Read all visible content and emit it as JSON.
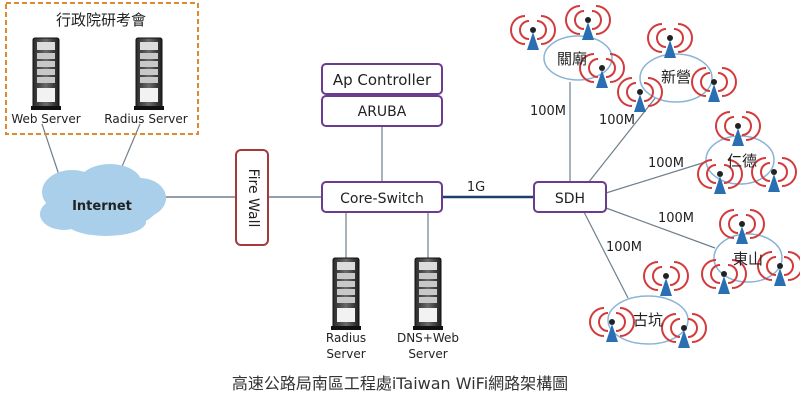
{
  "group_label": "行政院研考會",
  "servers": {
    "web_server": "Web Server",
    "radius_server_top": "Radius Server",
    "radius_server_bottom_line1": "Radius",
    "radius_server_bottom_line2": "Server",
    "dns_web_line1": "DNS+Web",
    "dns_web_line2": "Server"
  },
  "internet": "Internet",
  "firewall": "Fire Wall",
  "ap_controller": "Ap Controller",
  "aruba": "ARUBA",
  "core_switch": "Core-Switch",
  "sdh": "SDH",
  "uplink_speed": "1G",
  "links": [
    {
      "site": "關廟",
      "speed": "100M"
    },
    {
      "site": "新營",
      "speed": "100M"
    },
    {
      "site": "仁德",
      "speed": "100M"
    },
    {
      "site": "東山",
      "speed": "100M"
    },
    {
      "site": "古坑",
      "speed": "100M"
    }
  ],
  "colors": {
    "box_border": "#6b3b8f",
    "firewall_border": "#a53a3a",
    "firewall_text": "#8e2a2a",
    "group_border": "#e08a2e",
    "group_text": "#c06a10",
    "cloud_fill": "#a9cfea",
    "line": "#6e7f8c"
  },
  "caption": "高速公路局南區工程處iTaiwan WiFi網路架構圖"
}
